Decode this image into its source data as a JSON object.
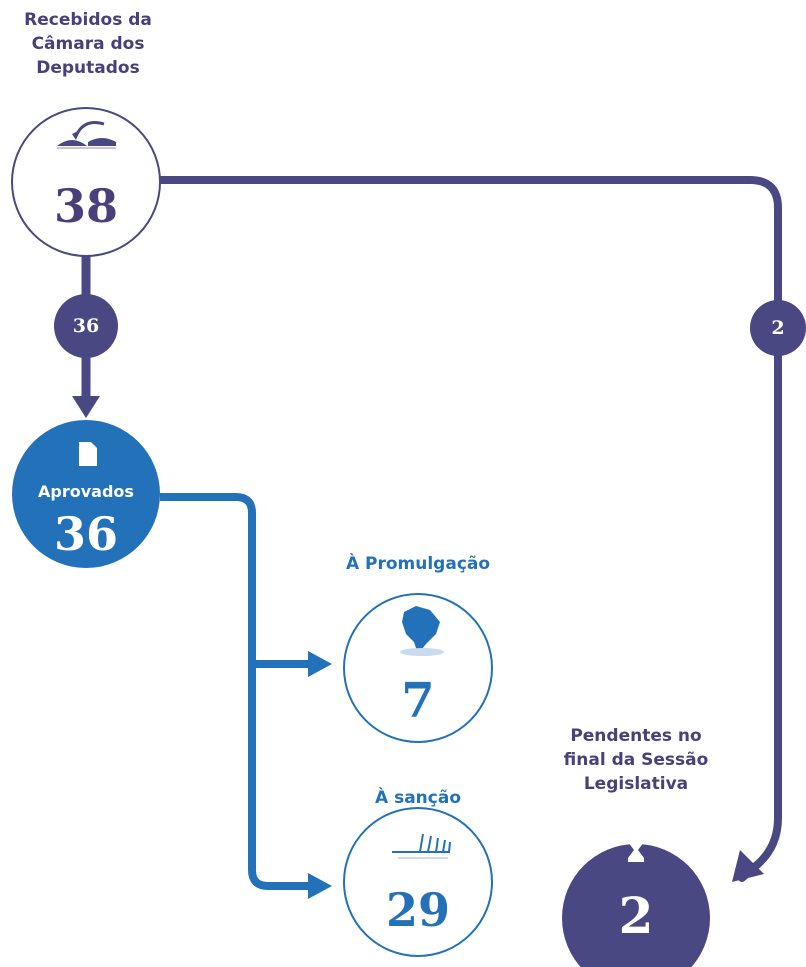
{
  "nodes": {
    "recebidos": {
      "label_lines": [
        "Recebidos da",
        "Câmara dos",
        "Deputados"
      ],
      "value": "38",
      "icon": "handshake-icon"
    },
    "aprovados": {
      "label": "Aprovados",
      "value": "36",
      "icon": "document-icon"
    },
    "promulgacao": {
      "label": "À Promulgação",
      "value": "7",
      "icon": "brazil-map-icon"
    },
    "sancao": {
      "label": "À sanção",
      "value": "29",
      "icon": "signature-icon"
    },
    "pendentes": {
      "label_lines": [
        "Pendentes no",
        "final da Sessão",
        "Legislativa"
      ],
      "value": "2",
      "icon": "hourglass-icon"
    }
  },
  "edges": {
    "to_aprovados": {
      "count": "36"
    },
    "to_pendentes": {
      "count": "2"
    }
  },
  "colors": {
    "purple": "#4a3f7a",
    "blue": "#2271b9",
    "navy": "#4a4882"
  }
}
